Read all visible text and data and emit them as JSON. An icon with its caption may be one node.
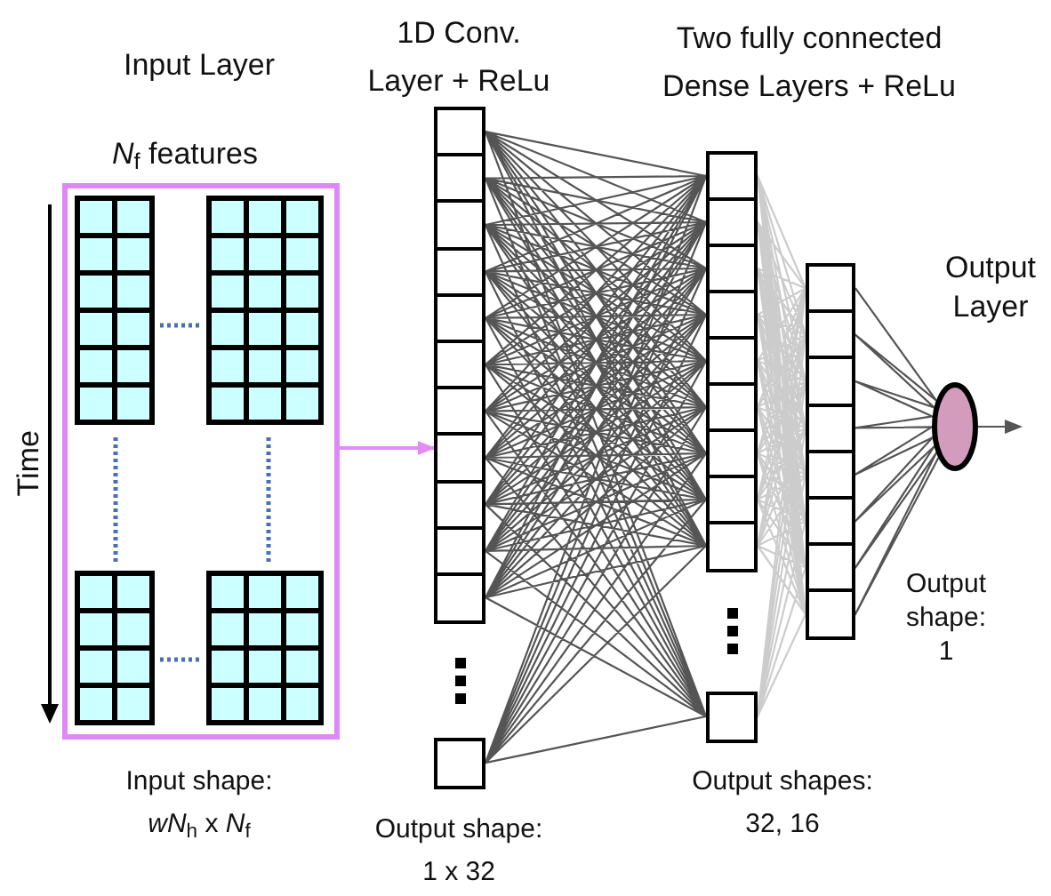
{
  "diagram": {
    "nodes": [
      {
        "text": [],
        "shape": "box",
        "beside": [
          "*N*$_{f}$ features",
          "Input shape: *wN*$_{h}$ x *N*$_{f}$"
        ]
      },
      {
        "text": [],
        "shape": "bar",
        "beside": [
          "1D Conv. Layer + ReLu",
          "Output shape: 1 x 32"
        ]
      },
      {
        "text": [],
        "shape": "bar",
        "beside": [
          "Two fully connected Dense Layers + ReLu",
          "Output shapes: 32, 16"
        ]
      },
      {
        "text": [],
        "shape": "bar"
      },
      {
        "text": [],
        "shape": "circle",
        "beside": [
          "Output Layer"
        ]
      }
    ],
    "edges": [
      {
        "from": 0,
        "to": 1,
        "arrow": "to",
        "color": "#e28cf5"
      },
      {
        "from": 1,
        "to": 2,
        "arrow": "none"
      },
      {
        "from": 2,
        "to": 3,
        "arrow": "none",
        "color": "#cccccc"
      },
      {
        "from": 3,
        "to": 4,
        "arrow": "none"
      },
      {
        "from": 4,
        "to": null,
        "arrow": "to"
      }
    ],
    "labels": [
      "Input Layer",
      "Time",
      "Output shape: 1"
    ]
  }
}
